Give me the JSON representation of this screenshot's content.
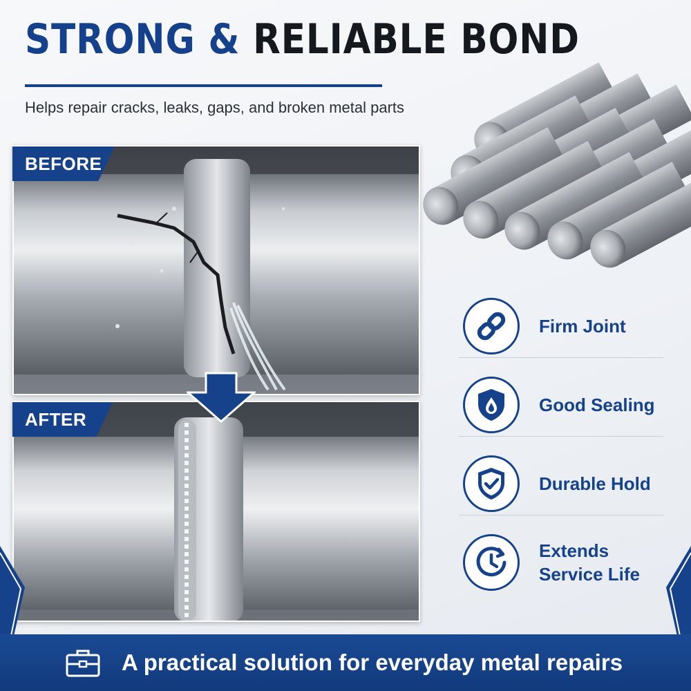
{
  "header": {
    "title_part1": "STRONG &",
    "title_part2": "RELIABLE BOND",
    "subtitle": "Helps repair cracks, leaks, gaps, and broken metal parts"
  },
  "comparison": {
    "before_label": "BEFORE",
    "after_label": "AFTER"
  },
  "features": [
    {
      "label": "Firm Joint",
      "icon": "chain-link-icon"
    },
    {
      "label": "Good Sealing",
      "icon": "shield-water-drop-icon"
    },
    {
      "label": "Durable Hold",
      "icon": "shield-check-icon"
    },
    {
      "label": "Extends\nService Life",
      "icon": "clock-refresh-icon"
    }
  ],
  "footer": {
    "text": "A practical solution for everyday metal repairs",
    "icon": "toolbox-icon"
  },
  "colors": {
    "brand_blue": "#16428c",
    "title_dark": "#15181d",
    "footer_blue": "#123a7c"
  }
}
